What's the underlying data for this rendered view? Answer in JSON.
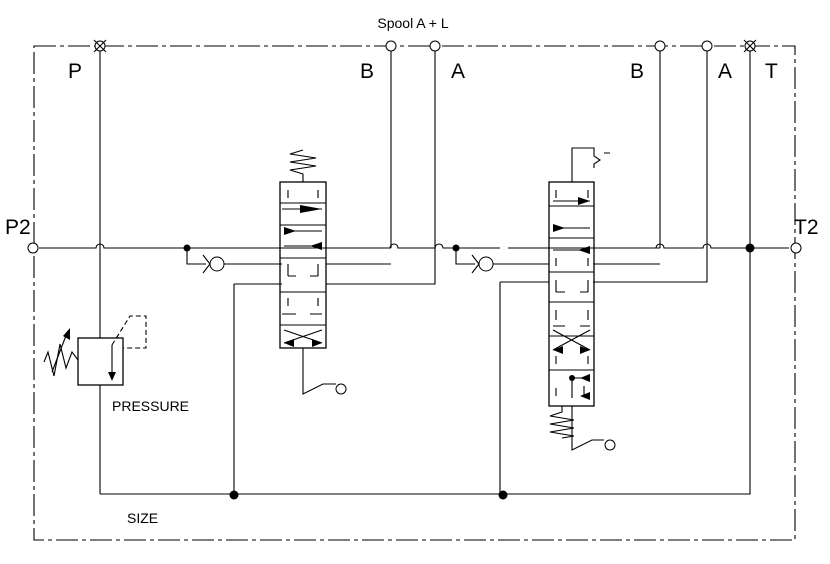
{
  "diagram": {
    "title": "Spool A + L",
    "labels": {
      "p": "P",
      "b1": "B",
      "a1": "A",
      "b2": "B",
      "a2": "A",
      "t": "T",
      "p2": "P2",
      "t2": "T2",
      "pressure": "PRESSURE",
      "size": "SIZE"
    }
  }
}
